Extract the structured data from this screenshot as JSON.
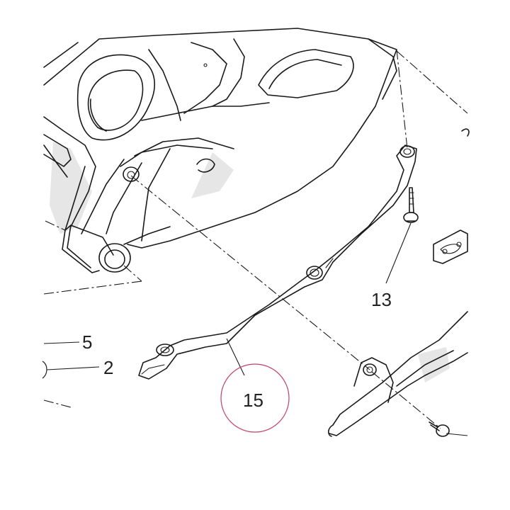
{
  "callouts": {
    "c13": "13",
    "c5": "5",
    "c2": "2",
    "c15": "15"
  },
  "highlight_color": "#c0406a"
}
